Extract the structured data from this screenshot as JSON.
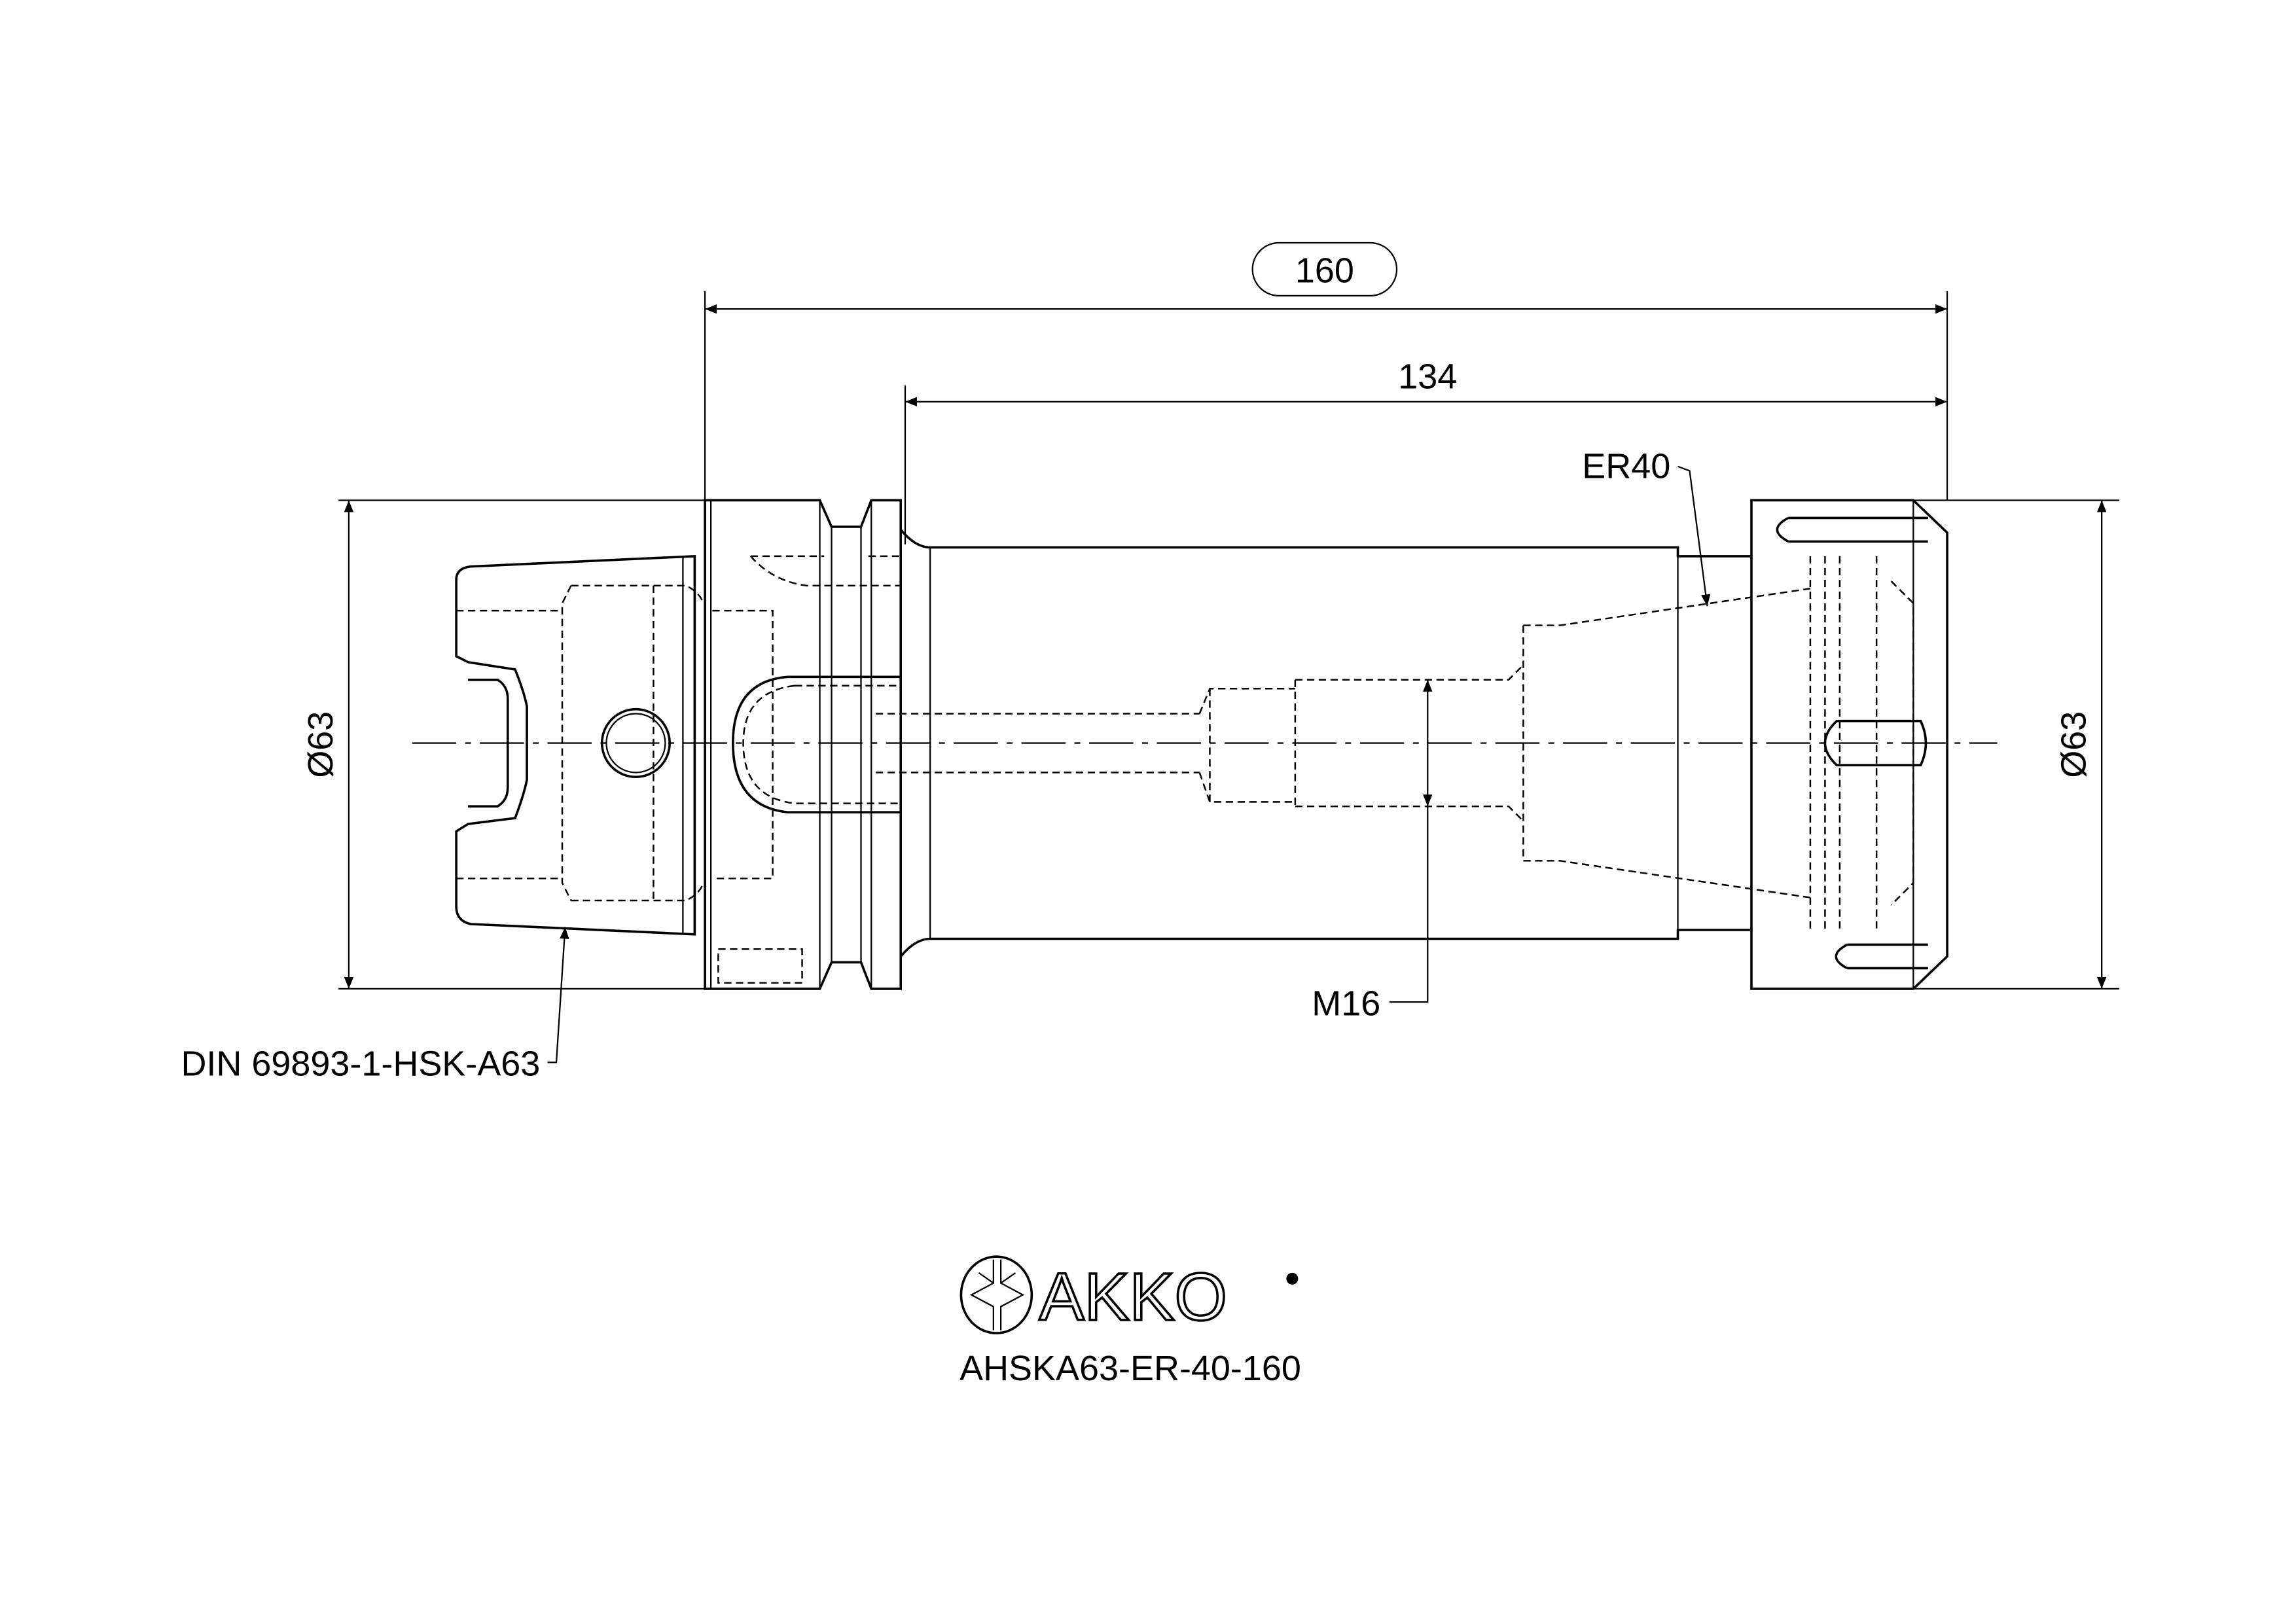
{
  "drawing": {
    "dimensions": {
      "overall_length": "160",
      "body_length": "134",
      "diameter_left": "Ø63",
      "diameter_right": "Ø63",
      "thread": "M16",
      "collet": "ER40"
    },
    "interface_label": "DIN 69893-1-HSK-A63",
    "brand": "AKKO",
    "part_number": "AHSKA63-ER-40-160"
  }
}
